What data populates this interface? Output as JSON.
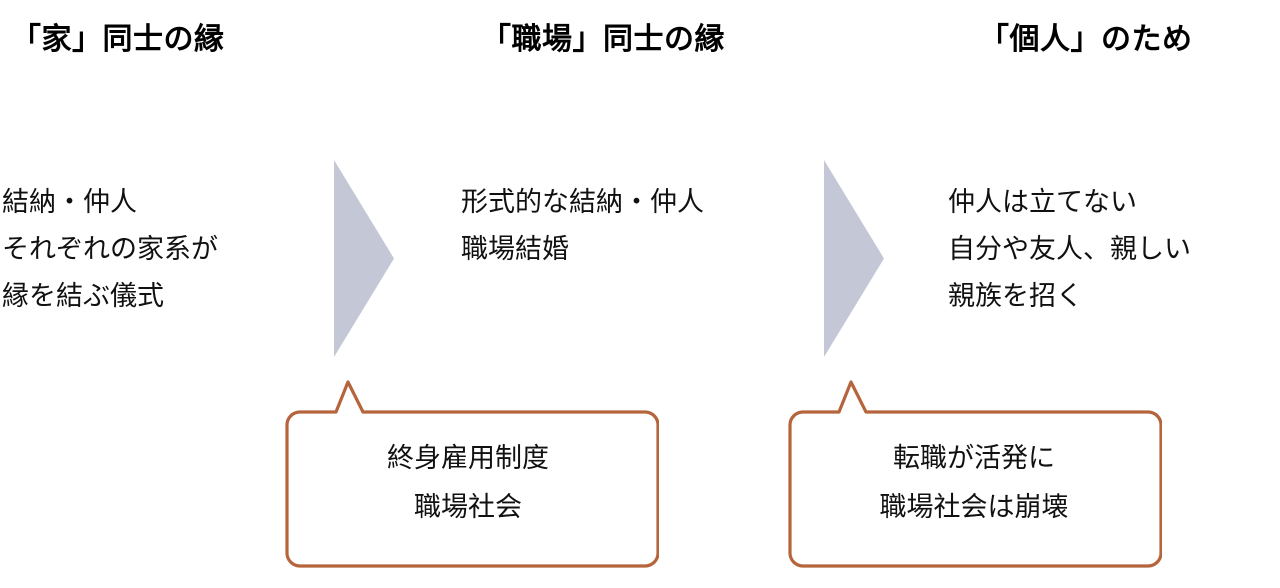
{
  "slide": {
    "background_color": "#ffffff",
    "columns": [
      {
        "heading": "「家」同士の縁",
        "lines": [
          "結納・仲人",
          "それぞれの家系が",
          "縁を結ぶ儀式"
        ]
      },
      {
        "heading": "「職場」同士の縁",
        "lines": [
          "形式的な結納・仲人",
          "職場結婚",
          ""
        ]
      },
      {
        "heading": "「個人」のため",
        "lines": [
          "仲人は立てない",
          "自分や友人、親しい",
          "親族を招く"
        ]
      }
    ],
    "arrows": [
      {
        "name": "arrow-1",
        "direction": "right",
        "color": "#c4c8d6"
      },
      {
        "name": "arrow-2",
        "direction": "right",
        "color": "#c4c8d6"
      }
    ],
    "callouts": [
      {
        "border_color": "#b5643c",
        "fill_color": "#ffffff",
        "lines": [
          "終身雇用制度",
          "職場社会"
        ]
      },
      {
        "border_color": "#b5643c",
        "fill_color": "#ffffff",
        "lines": [
          "転職が活発に",
          "職場社会は崩壊"
        ]
      }
    ]
  }
}
